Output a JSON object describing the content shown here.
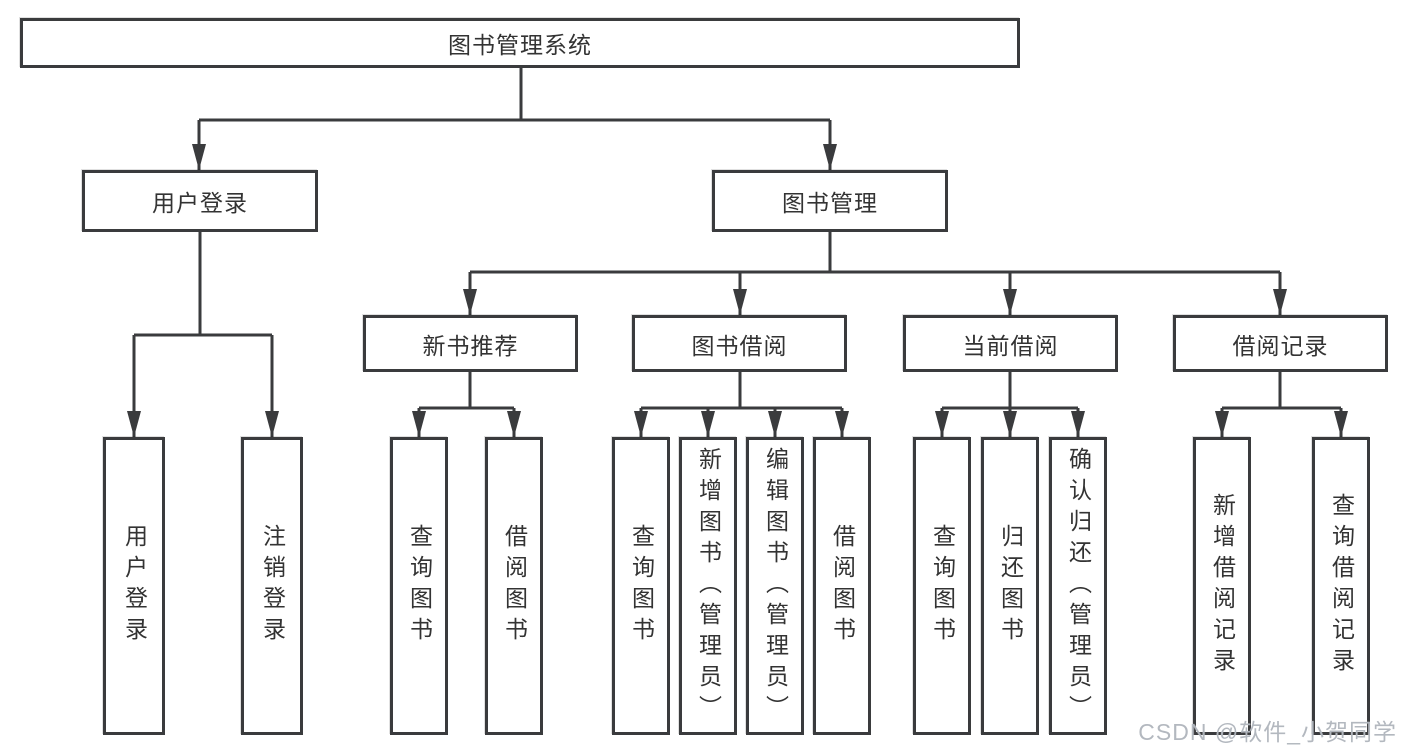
{
  "diagram": {
    "root": {
      "label": "图书管理系统"
    },
    "branches": [
      {
        "label": "用户登录",
        "leaves": [
          "用户登录",
          "注销登录"
        ]
      },
      {
        "label": "图书管理",
        "groups": [
          {
            "label": "新书推荐",
            "leaves": [
              "查询图书",
              "借阅图书"
            ]
          },
          {
            "label": "图书借阅",
            "leaves": [
              "查询图书",
              "新增图书（管理员）",
              "编辑图书（管理员）",
              "借阅图书"
            ]
          },
          {
            "label": "当前借阅",
            "leaves": [
              "查询图书",
              "归还图书",
              "确认归还（管理员）"
            ]
          },
          {
            "label": "借阅记录",
            "leaves": [
              "新增借阅记录",
              "查询借阅记录"
            ]
          }
        ]
      }
    ]
  },
  "watermark": "CSDN @软件_小贺同学",
  "colors": {
    "line": "#3a3b3d",
    "text": "#333333",
    "box_background": "#ffffff",
    "watermark": "#afb4bc",
    "background": "#ffffff"
  }
}
